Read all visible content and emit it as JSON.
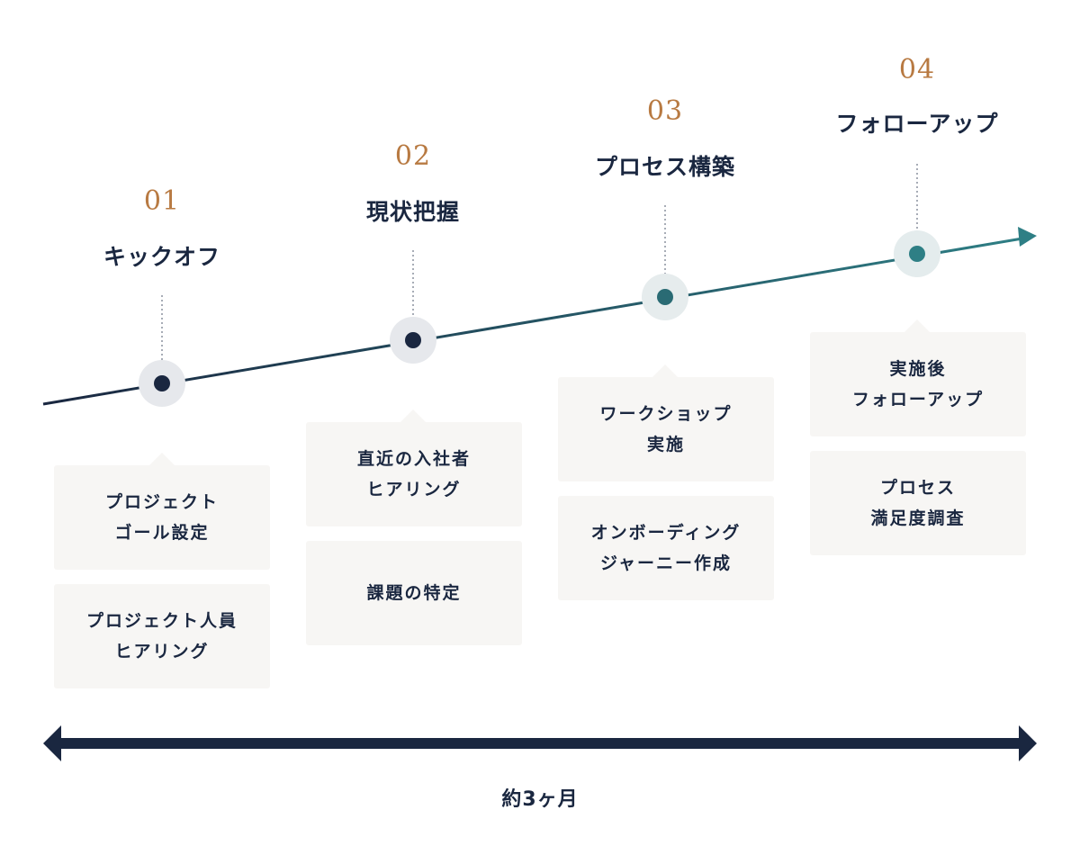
{
  "colors": {
    "navy": "#1a2740",
    "teal": "#2e7f85",
    "orange": "#b87a42",
    "card_bg": "#f7f6f4",
    "halo": "#e6e8ec"
  },
  "phases": [
    {
      "number": "01",
      "title": "キックオフ",
      "cards": [
        "プロジェクト\nゴール設定",
        "プロジェクト人員\nヒアリング"
      ]
    },
    {
      "number": "02",
      "title": "現状把握",
      "cards": [
        "直近の入社者\nヒアリング",
        "課題の特定"
      ]
    },
    {
      "number": "03",
      "title": "プロセス構築",
      "cards": [
        "ワークショップ\n実施",
        "オンボーディング\nジャーニー作成"
      ]
    },
    {
      "number": "04",
      "title": "フォローアップ",
      "cards": [
        "実施後\nフォローアップ",
        "プロセス\n満足度調査"
      ]
    }
  ],
  "duration_label": "約3ヶ月"
}
